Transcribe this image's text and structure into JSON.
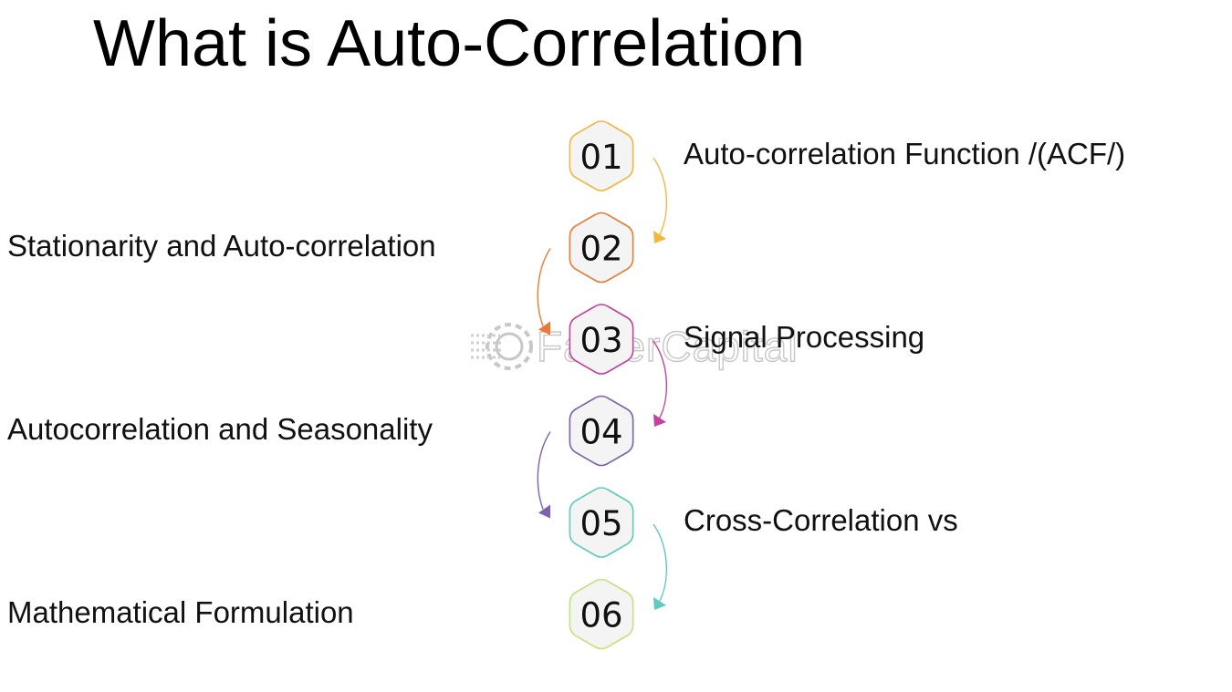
{
  "title": "What is Auto-Correlation",
  "watermark": {
    "text": "FasterCapital",
    "icon": "gear-icon",
    "color": "#c7c7c7"
  },
  "steps": [
    {
      "number": "01",
      "label": "Auto-correlation Function /(ACF/)",
      "side": "right",
      "color": "#f3b63f"
    },
    {
      "number": "02",
      "label": "Stationarity and Auto-correlation",
      "side": "left",
      "color": "#ea7a35"
    },
    {
      "number": "03",
      "label": "Signal Processing",
      "side": "right",
      "color": "#c0449a"
    },
    {
      "number": "04",
      "label": "Autocorrelation and Seasonality",
      "side": "left",
      "color": "#7b62ad"
    },
    {
      "number": "05",
      "label": "Cross-Correlation vs",
      "side": "right",
      "color": "#5fcabd"
    },
    {
      "number": "06",
      "label": "Mathematical Formulation",
      "side": "left",
      "color": "#c4e27a"
    }
  ]
}
